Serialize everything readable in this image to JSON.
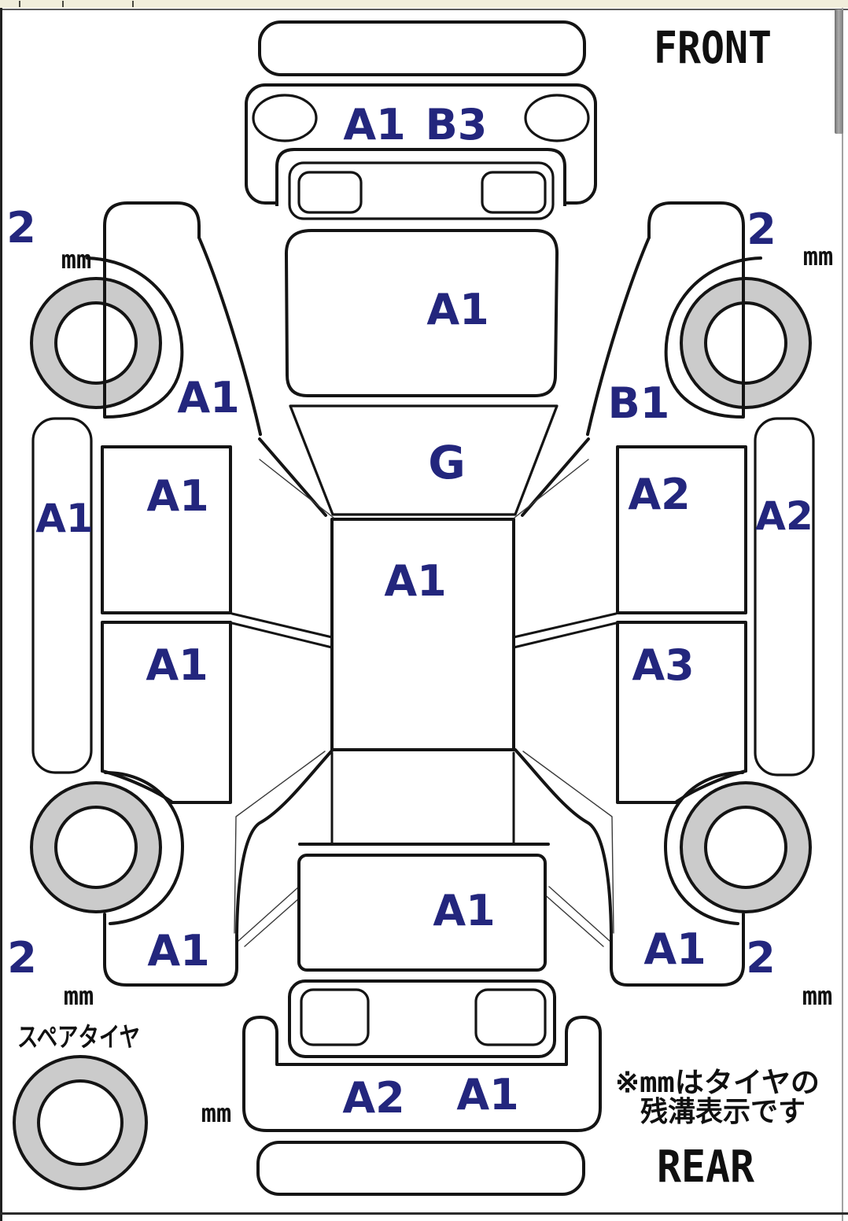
{
  "header": {
    "front": "FRONT",
    "rear": "REAR"
  },
  "note": {
    "line1": "※mmはタイヤの",
    "line2": "残溝表示です"
  },
  "spare_tire": {
    "label": "スペアタイヤ"
  },
  "treads": {
    "front_left": {
      "value": "2",
      "unit": "mm"
    },
    "front_right": {
      "value": "2",
      "unit": "mm"
    },
    "rear_left": {
      "value": "2",
      "unit": "mm"
    },
    "rear_right": {
      "value": "2",
      "unit": "mm"
    },
    "rear_bumper_unit": "mm"
  },
  "codes": {
    "front_bumper_1": "A1",
    "front_bumper_2": "B3",
    "hood": "A1",
    "windshield": "G",
    "roof": "A1",
    "left_front_fender": "A1",
    "right_front_fender": "B1",
    "left_front_door": "A1",
    "right_front_door": "A2",
    "left_rear_door": "A1",
    "right_rear_door": "A3",
    "left_sill": "A1",
    "right_sill": "A2",
    "left_rear_quarter": "A1",
    "right_rear_quarter": "A1",
    "tailgate": "A1",
    "rear_bumper_left": "A2",
    "rear_bumper_right": "A1"
  },
  "colors": {
    "code_blue": "#23267d",
    "line_black": "#141414",
    "tire_gray": "#cbcbcb",
    "header_strip": "#f1eedb",
    "scrollbar_gray": "#8f8f8f"
  }
}
